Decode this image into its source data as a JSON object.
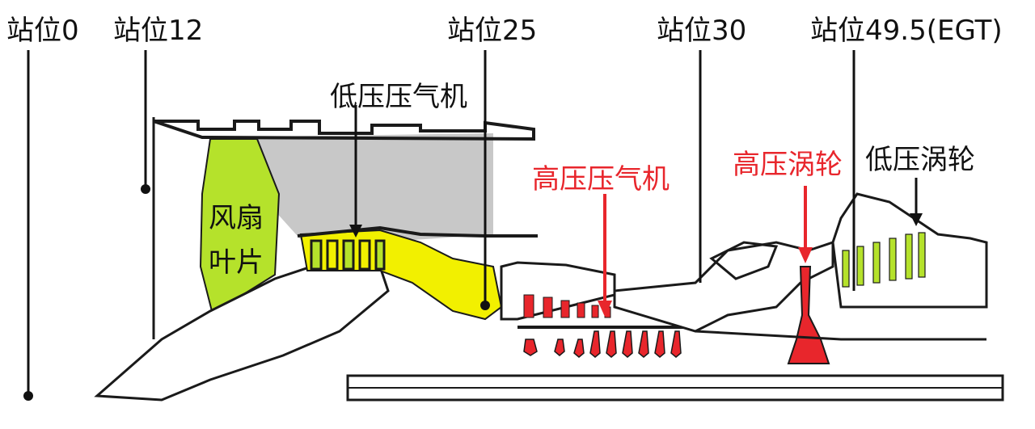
{
  "stations": [
    {
      "id": "s0",
      "label": "站位0"
    },
    {
      "id": "s12",
      "label": "站位12"
    },
    {
      "id": "s25",
      "label": "站位25"
    },
    {
      "id": "s30",
      "label": "站位30"
    },
    {
      "id": "s495",
      "label": "站位49.5(EGT)"
    }
  ],
  "components": {
    "lpc": "低压压气机",
    "hpc": "高压压气机",
    "hpt": "高压涡轮",
    "lpt": "低压涡轮",
    "fan_line1": "风扇",
    "fan_line2": "叶片"
  },
  "colors": {
    "fan": "#b5e22b",
    "lpc": "#f2f000",
    "hp": "#e8262c",
    "bypass": "#c8c8c8",
    "outline": "#1a1a1a"
  }
}
